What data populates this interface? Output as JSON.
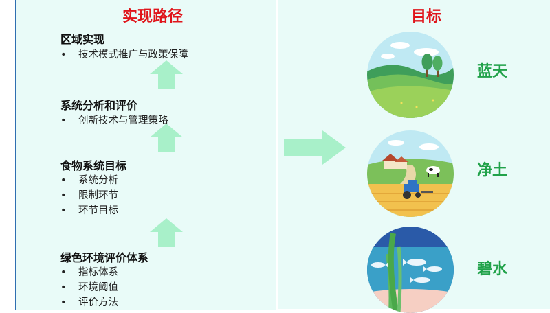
{
  "left_title": "实现路径",
  "right_title": "目标",
  "sections": [
    {
      "title": "区域实现",
      "bullet_char": "•",
      "items": [
        "技术模式推广与政策保障"
      ]
    },
    {
      "title": "系统分析和评价",
      "bullet_char": "•",
      "items": [
        "创新技术与管理策略"
      ]
    },
    {
      "title": "食物系统目标",
      "bullet_char": "•",
      "items": [
        "系统分析",
        "限制环节",
        "环节目标"
      ]
    },
    {
      "title": "绿色环境评价体系",
      "bullet_char": "•",
      "items": [
        "指标体系",
        "环境阈值",
        "评价方法"
      ]
    }
  ],
  "goals": [
    {
      "label": "蓝天",
      "icon": "sky-landscape-icon"
    },
    {
      "label": "净土",
      "icon": "farmland-icon"
    },
    {
      "label": "碧水",
      "icon": "water-fish-icon"
    }
  ],
  "colors": {
    "panel_bg": "#e9fbf8",
    "panel_border": "#2f6fb1",
    "title_red": "#e0151b",
    "goal_green": "#21a24a",
    "arrow_green": "#a8f0c9"
  }
}
